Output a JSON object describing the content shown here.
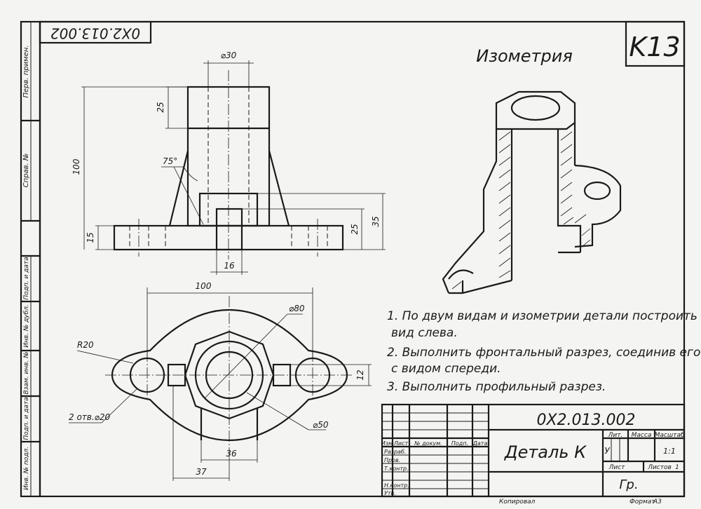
{
  "sheet": {
    "code_stamp": "0X2.013.002",
    "variant": "K13",
    "format_label": "Формат",
    "format_value": "А3",
    "copied_label": "Копировал"
  },
  "side_column": [
    "Перв. примен.",
    "Справ. №",
    "Подп. и дата",
    "Инв. № дубл.",
    "Взам. инв. №",
    "Подп. и дата",
    "Инв. № подл."
  ],
  "front_view": {
    "dims": [
      "⌀30",
      "25",
      "100",
      "75°",
      "15",
      "16",
      "25",
      "35"
    ]
  },
  "top_view": {
    "dims": [
      "100",
      "⌀80",
      "R20",
      "2 отв.⌀20",
      "⌀50",
      "12",
      "36",
      "37"
    ]
  },
  "isometric": {
    "title": "Изометрия"
  },
  "tasks": [
    "1. По двум видам и изометрии детали построить",
    "вид слева.",
    "2. Выполнить фронтальный разрез, соединив его",
    "с видом спереди.",
    "3. Выполнить профильный разрез."
  ],
  "title_block": {
    "designation": "0X2.013.002",
    "part_name": "Деталь К",
    "header_cols": [
      "Изм",
      "Лист",
      "№ докум.",
      "Подп.",
      "Дата"
    ],
    "rows": [
      "Разраб.",
      "Пров.",
      "Т.контр.",
      "",
      "Н.контр.",
      "Утв."
    ],
    "lit_label": "Лит.",
    "mass_label": "Масса",
    "scale_label": "Масштаб",
    "lit_value": "У",
    "scale_value": "1:1",
    "sheet_label": "Лист",
    "sheets_label": "Листов",
    "sheets_value": "1",
    "group_label": "Гр."
  }
}
